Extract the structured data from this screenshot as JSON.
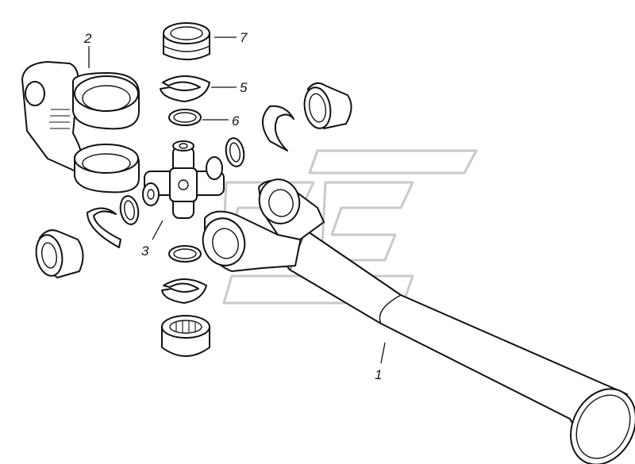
{
  "diagram": {
    "callouts": {
      "c1": "1",
      "c2": "2",
      "c3": "3",
      "c5": "5",
      "c6": "6",
      "c7": "7"
    }
  }
}
